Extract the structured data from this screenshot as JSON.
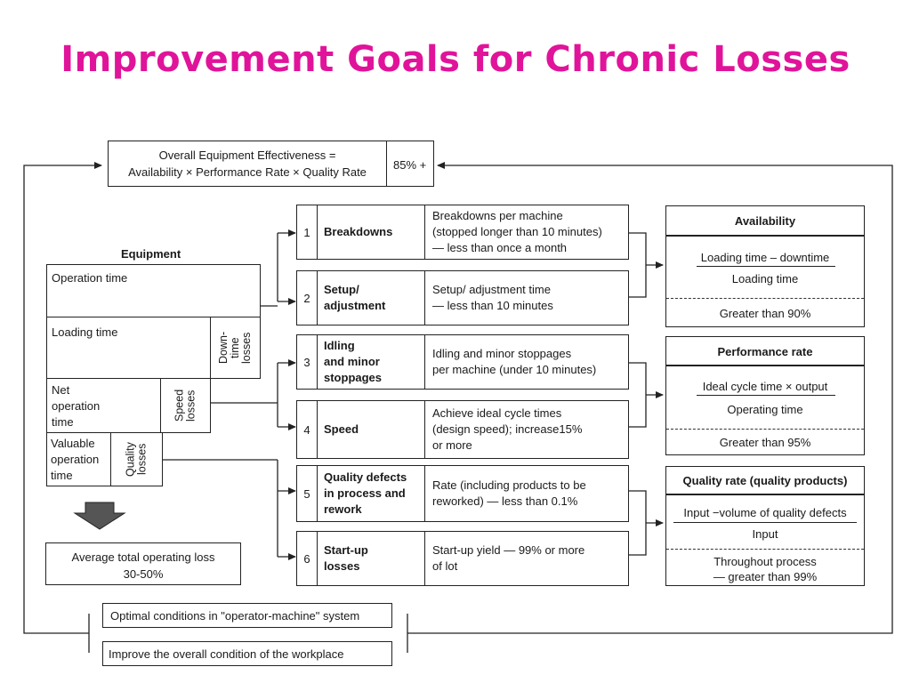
{
  "slide": {
    "title": "Improvement Goals for Chronic Losses"
  },
  "oee": {
    "line1": "Overall Equipment Effectiveness =",
    "line2": "Availability × Performance Rate × Quality Rate",
    "value": "85% +"
  },
  "equipment": {
    "heading": "Equipment",
    "operation_time": "Operation time",
    "loading_time": "Loading time",
    "downtime_losses": "Down-\ntime\nlosses",
    "net_operation_time": "Net\noperation\ntime",
    "speed_losses": "Speed\nlosses",
    "valuable_operation_time": "Valuable\noperation\ntime",
    "quality_losses": "Quality\nlosses"
  },
  "average_loss": {
    "line1": "Average total operating loss",
    "line2": "30-50%"
  },
  "losses": [
    {
      "num": "1",
      "name": "Breakdowns",
      "goal": "Breakdowns per machine\n(stopped longer than 10 minutes)\n— less than once a month"
    },
    {
      "num": "2",
      "name": "Setup/\nadjustment",
      "goal": "Setup/ adjustment time\n— less than 10 minutes"
    },
    {
      "num": "3",
      "name": "Idling\nand minor\nstoppages",
      "goal": "Idling and minor stoppages\nper machine (under 10 minutes)"
    },
    {
      "num": "4",
      "name": "Speed",
      "goal": "Achieve ideal cycle times\n(design speed); increase15%\nor more"
    },
    {
      "num": "5",
      "name": "Quality defects\nin process and\nrework",
      "goal": "Rate (including products to be\nreworked) — less than 0.1%"
    },
    {
      "num": "6",
      "name": "Start-up\nlosses",
      "goal": "Start-up yield — 99% or more\nof lot"
    }
  ],
  "rates": {
    "availability": {
      "title": "Availability",
      "numerator": "Loading time – downtime",
      "denominator": "Loading time",
      "target": "Greater than 90%"
    },
    "performance": {
      "title": "Performance rate",
      "numerator": "Ideal cycle time × output",
      "denominator": "Operating time",
      "target": "Greater than 95%"
    },
    "quality": {
      "title": "Quality rate (quality products)",
      "numerator": "Input −volume of quality defects",
      "denominator": "Input",
      "target": "Throughout process\n— greater than 99%"
    }
  },
  "conditions": {
    "optimal": "Optimal conditions in \"operator-machine\" system",
    "improve": "Improve the overall condition of the workplace"
  }
}
